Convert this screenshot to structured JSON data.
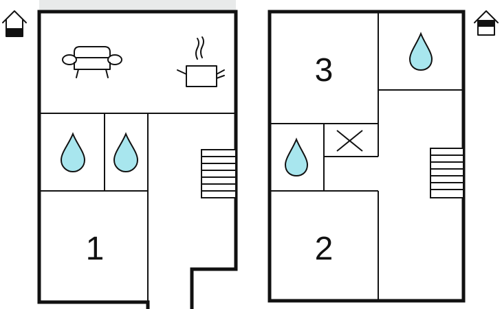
{
  "floors": [
    {
      "id": "ground-floor",
      "rooms": [
        {
          "label": "1"
        }
      ]
    },
    {
      "id": "upper-floor",
      "rooms": [
        {
          "label": "3"
        },
        {
          "label": "2"
        }
      ]
    }
  ],
  "icons": {
    "floor_indicator_ground": "house-ground-floor-icon",
    "floor_indicator_upper": "house-upper-floor-icon",
    "living": "sofa-icon",
    "kitchen": "cooking-pot-icon",
    "bathroom": "water-drop-icon",
    "void": "open-void-icon",
    "stairs": "staircase-icon"
  },
  "colors": {
    "wall": "#111111",
    "water_fill": "#a8e6ee",
    "floor_indicator_fill": "#111111",
    "top_strip": "#e8eaea"
  }
}
